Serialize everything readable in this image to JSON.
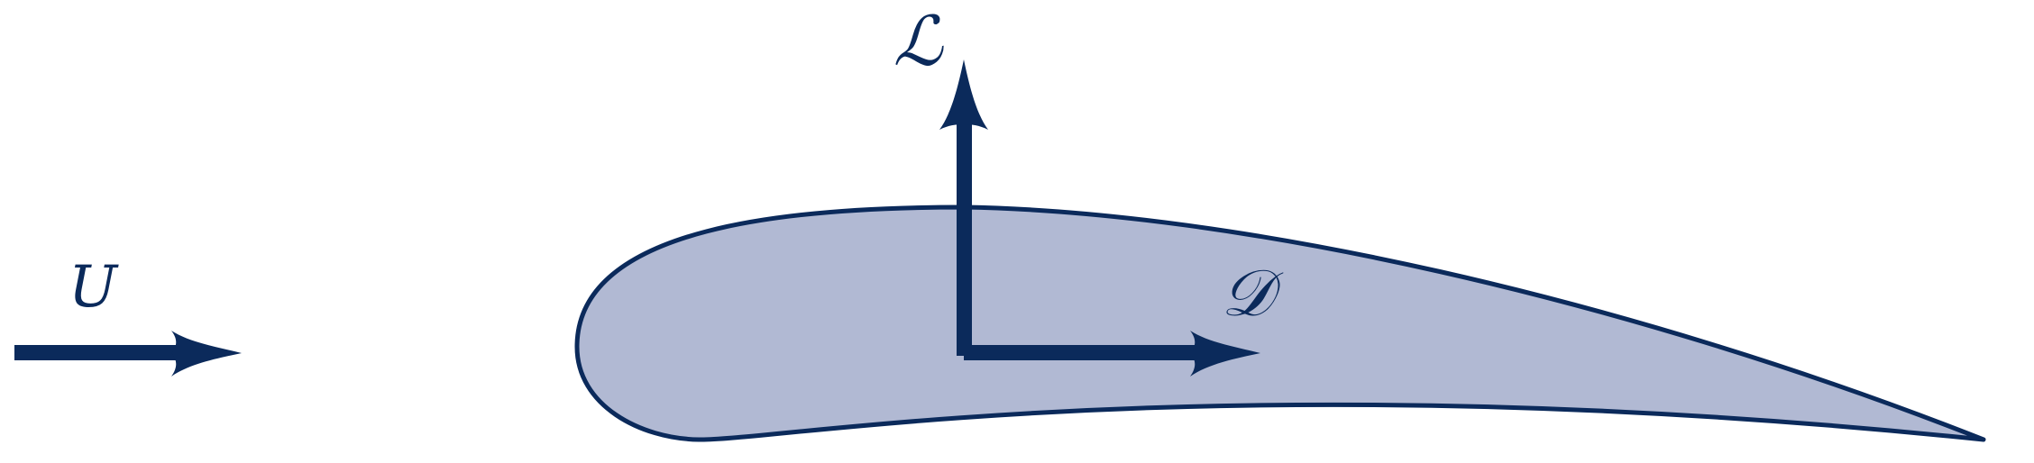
{
  "diagram": {
    "colors": {
      "stroke": "#0b2a5b",
      "fill": "#b1b9d3",
      "background": "#ffffff"
    },
    "labels": {
      "freestream": "U",
      "lift": "ℒ",
      "drag": "𝒟"
    }
  }
}
